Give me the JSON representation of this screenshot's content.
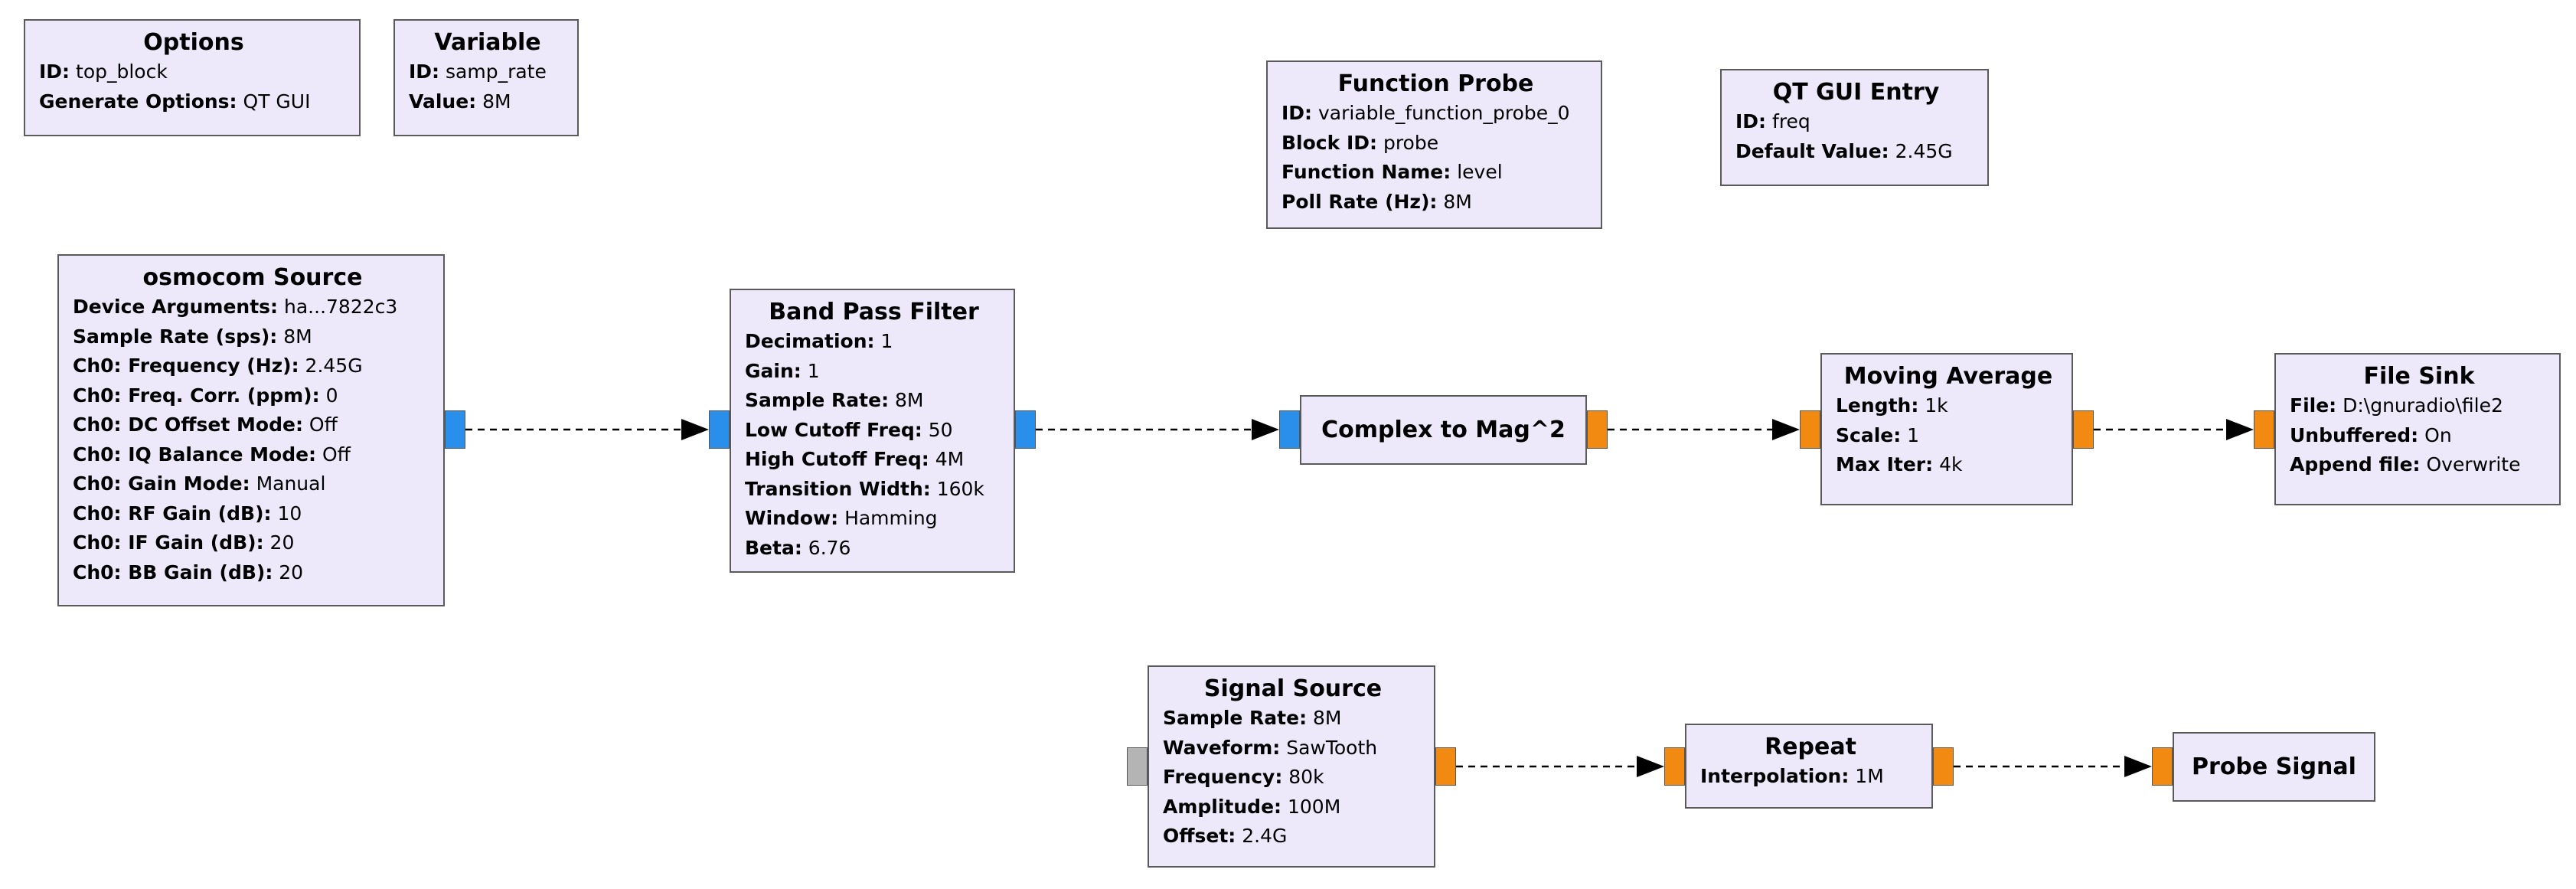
{
  "blocks": {
    "options": {
      "title": "Options",
      "params": [
        {
          "k": "ID:",
          "v": "top_block"
        },
        {
          "k": "Generate Options:",
          "v": "QT GUI"
        }
      ]
    },
    "variable": {
      "title": "Variable",
      "params": [
        {
          "k": "ID:",
          "v": "samp_rate"
        },
        {
          "k": "Value:",
          "v": "8M"
        }
      ]
    },
    "function_probe": {
      "title": "Function Probe",
      "params": [
        {
          "k": "ID:",
          "v": "variable_function_probe_0"
        },
        {
          "k": "Block ID:",
          "v": "probe"
        },
        {
          "k": "Function Name:",
          "v": "level"
        },
        {
          "k": "Poll Rate (Hz):",
          "v": "8M"
        }
      ]
    },
    "qt_gui_entry": {
      "title": "QT GUI Entry",
      "params": [
        {
          "k": "ID:",
          "v": "freq"
        },
        {
          "k": "Default Value:",
          "v": "2.45G"
        }
      ]
    },
    "osmocom_source": {
      "title": "osmocom Source",
      "params": [
        {
          "k": "Device Arguments:",
          "v": "ha...7822c3"
        },
        {
          "k": "Sample Rate (sps):",
          "v": "8M"
        },
        {
          "k": "Ch0: Frequency (Hz):",
          "v": "2.45G"
        },
        {
          "k": "Ch0: Freq. Corr. (ppm):",
          "v": "0"
        },
        {
          "k": "Ch0: DC Offset Mode:",
          "v": "Off"
        },
        {
          "k": "Ch0: IQ Balance Mode:",
          "v": "Off"
        },
        {
          "k": "Ch0: Gain Mode:",
          "v": "Manual"
        },
        {
          "k": "Ch0: RF Gain (dB):",
          "v": "10"
        },
        {
          "k": "Ch0: IF Gain (dB):",
          "v": "20"
        },
        {
          "k": "Ch0: BB Gain (dB):",
          "v": "20"
        }
      ]
    },
    "band_pass_filter": {
      "title": "Band Pass Filter",
      "params": [
        {
          "k": "Decimation:",
          "v": "1"
        },
        {
          "k": "Gain:",
          "v": "1"
        },
        {
          "k": "Sample Rate:",
          "v": "8M"
        },
        {
          "k": "Low Cutoff Freq:",
          "v": "50"
        },
        {
          "k": "High Cutoff Freq:",
          "v": "4M"
        },
        {
          "k": "Transition Width:",
          "v": "160k"
        },
        {
          "k": "Window:",
          "v": "Hamming"
        },
        {
          "k": "Beta:",
          "v": "6.76"
        }
      ]
    },
    "complex_to_mag": {
      "title": "Complex to Mag^2",
      "params": []
    },
    "moving_average": {
      "title": "Moving Average",
      "params": [
        {
          "k": "Length:",
          "v": "1k"
        },
        {
          "k": "Scale:",
          "v": "1"
        },
        {
          "k": "Max Iter:",
          "v": "4k"
        }
      ]
    },
    "file_sink": {
      "title": "File Sink",
      "params": [
        {
          "k": "File:",
          "v": "D:\\gnuradio\\file2"
        },
        {
          "k": "Unbuffered:",
          "v": "On"
        },
        {
          "k": "Append file:",
          "v": "Overwrite"
        }
      ]
    },
    "signal_source": {
      "title": "Signal Source",
      "params": [
        {
          "k": "Sample Rate:",
          "v": "8M"
        },
        {
          "k": "Waveform:",
          "v": "SawTooth"
        },
        {
          "k": "Frequency:",
          "v": "80k"
        },
        {
          "k": "Amplitude:",
          "v": "100M"
        },
        {
          "k": "Offset:",
          "v": "2.4G"
        }
      ]
    },
    "repeat": {
      "title": "Repeat",
      "params": [
        {
          "k": "Interpolation:",
          "v": "1M"
        }
      ]
    },
    "probe_signal": {
      "title": "Probe Signal",
      "params": []
    }
  },
  "connections": [
    {
      "from": "osmocom_source",
      "to": "band_pass_filter",
      "type": "complex"
    },
    {
      "from": "band_pass_filter",
      "to": "complex_to_mag",
      "type": "complex"
    },
    {
      "from": "complex_to_mag",
      "to": "moving_average",
      "type": "float"
    },
    {
      "from": "moving_average",
      "to": "file_sink",
      "type": "float"
    },
    {
      "from": "signal_source",
      "to": "repeat",
      "type": "float"
    },
    {
      "from": "repeat",
      "to": "probe_signal",
      "type": "float"
    }
  ],
  "colors": {
    "block_fill": "#ede9fa",
    "complex_port": "#2a8fea",
    "float_port": "#f28a12",
    "disabled_port": "#b4b4b4"
  }
}
